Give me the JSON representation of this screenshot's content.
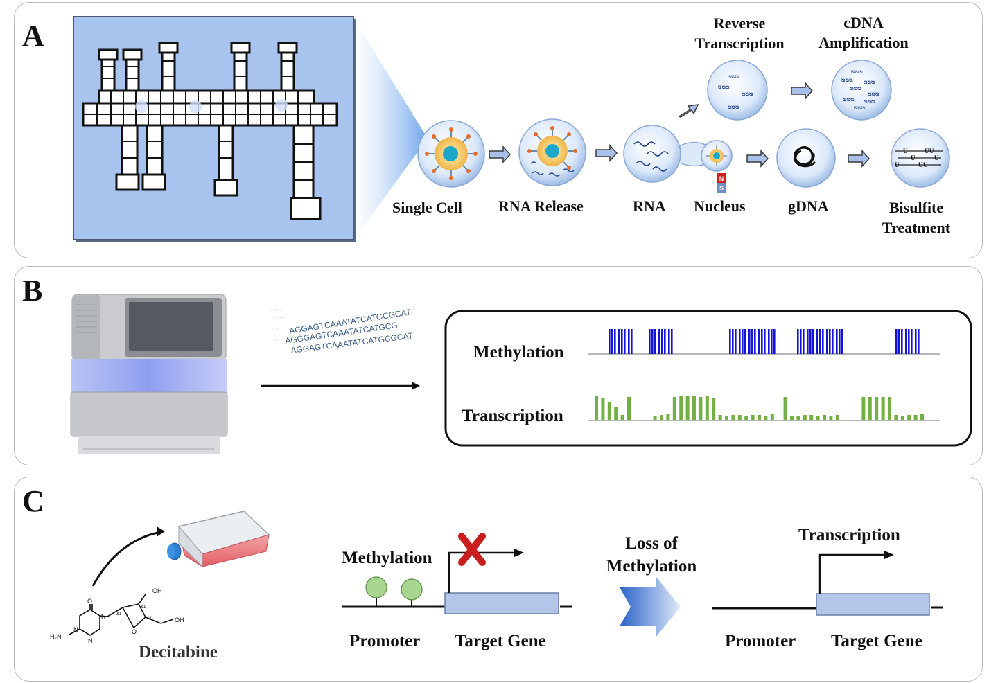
{
  "panels": {
    "a": {
      "letter": "A",
      "steps": {
        "single_cell": "Single Cell",
        "rna_release": "RNA Release",
        "rna": "RNA",
        "nucleus": "Nucleus",
        "gdna": "gDNA",
        "reverse_transcription": [
          "Reverse",
          "Transcription"
        ],
        "cdna_amplification": [
          "cDNA",
          "Amplification"
        ],
        "bisulfite_treatment": [
          "Bisulfite",
          "Treatment"
        ]
      },
      "magnet_labels": {
        "n": "N",
        "s": "S"
      },
      "bisulfite_glyph": "U"
    },
    "b": {
      "letter": "B",
      "sequence_reads": [
        "AGGAGTCAAATATCATGCGCAT",
        "AGGGAGTCAAATATCATGCG",
        "AGGAGTCAAATATCATGCGCAT"
      ],
      "track_labels": {
        "methylation": "Methylation",
        "transcription": "Transcription"
      }
    },
    "c": {
      "letter": "C",
      "drug": "Decitabine",
      "molecule_labels": {
        "oh_top": "OH",
        "oh_side": "OH",
        "h2n": "H₂N",
        "o_carbonyl": "O",
        "n1": "N",
        "n2": "N",
        "n3": "N",
        "o_ring": "O",
        "stereo1": "&1",
        "stereo2": "&1",
        "stereo3": "&1"
      },
      "left_state": {
        "methylation": "Methylation",
        "promoter": "Promoter",
        "target_gene": "Target Gene"
      },
      "transition": [
        "Loss of",
        "Methylation"
      ],
      "right_state": {
        "transcription": "Transcription",
        "promoter": "Promoter",
        "target_gene": "Target Gene"
      }
    }
  },
  "colors": {
    "chip_bg": "#a8c4ee",
    "methylation_bars": "#1414d6",
    "transcription_bars": "#72b043",
    "gene_box": "#b3c6ea",
    "lollipop": "#a8d58f",
    "block_x": "#c81e1e",
    "arrow_fill": "#a9c0ea"
  }
}
